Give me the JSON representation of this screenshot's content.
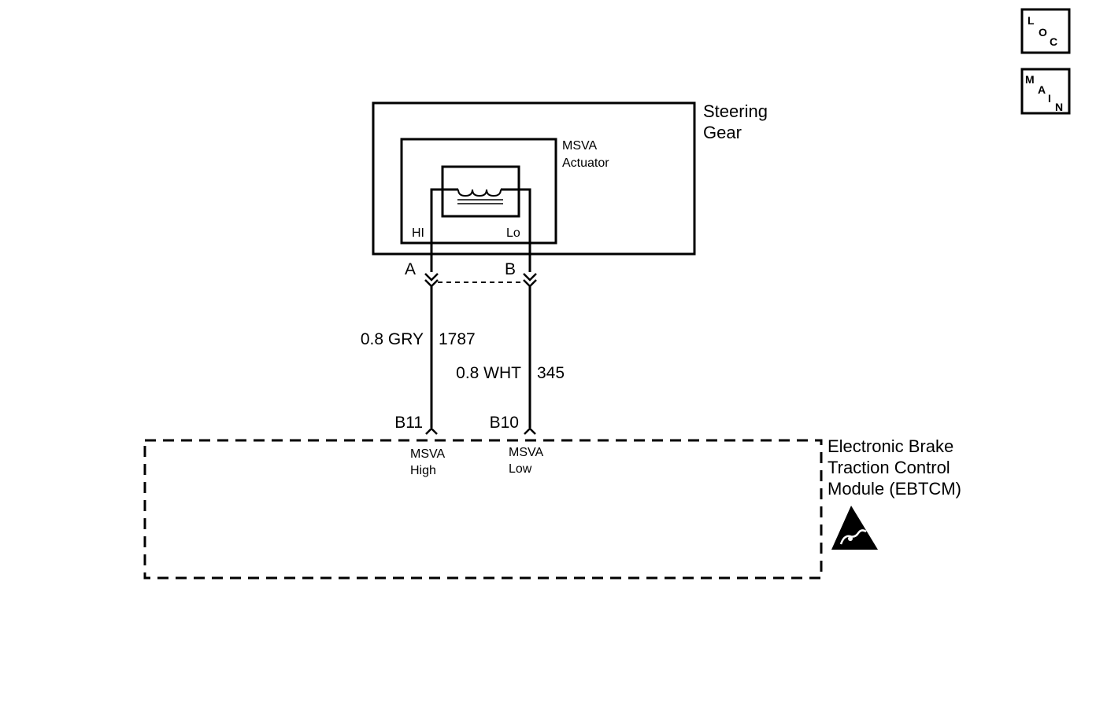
{
  "nav": {
    "loc": [
      "L",
      "O",
      "C"
    ],
    "main": [
      "M",
      "A",
      "I",
      "N"
    ]
  },
  "steering_gear": {
    "label_line1": "Steering",
    "label_line2": "Gear"
  },
  "actuator": {
    "label_line1": "MSVA",
    "label_line2": "Actuator",
    "hi_pin": "HI",
    "lo_pin": "Lo"
  },
  "connectors": {
    "a": "A",
    "b": "B"
  },
  "wires": {
    "hi_color": "0.8 GRY",
    "hi_circuit": "1787",
    "lo_color": "0.8 WHT",
    "lo_circuit": "345"
  },
  "module_pins": {
    "b11": "B11",
    "b10": "B10",
    "b11_desc_line1": "MSVA",
    "b11_desc_line2": "High",
    "b10_desc_line1": "MSVA",
    "b10_desc_line2": "Low"
  },
  "ebtcm": {
    "label_line1": "Electronic Brake",
    "label_line2": "Traction Control",
    "label_line3": "Module (EBTCM)"
  },
  "icons": {
    "esd": "esd-warning-icon"
  }
}
